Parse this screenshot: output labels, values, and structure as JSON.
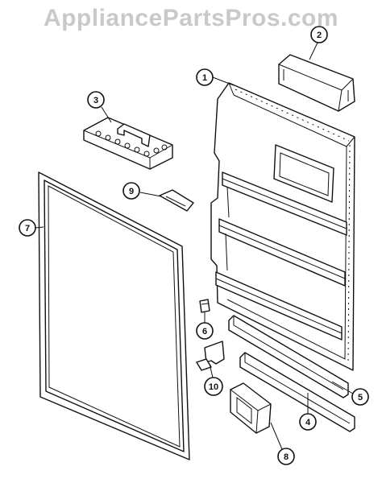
{
  "watermark": "AppliancePartsPros.com",
  "callouts": [
    {
      "id": "1",
      "label": "1"
    },
    {
      "id": "2",
      "label": "2"
    },
    {
      "id": "3",
      "label": "3"
    },
    {
      "id": "4",
      "label": "4"
    },
    {
      "id": "5",
      "label": "5"
    },
    {
      "id": "6",
      "label": "6"
    },
    {
      "id": "7",
      "label": "7"
    },
    {
      "id": "8",
      "label": "8"
    },
    {
      "id": "9",
      "label": "9"
    },
    {
      "id": "10",
      "label": "10"
    }
  ]
}
